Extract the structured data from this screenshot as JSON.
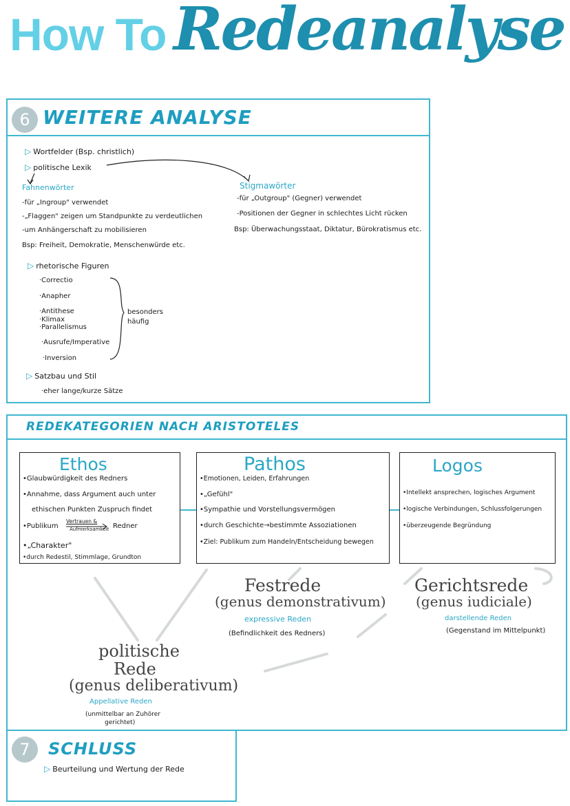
{
  "title": {
    "how": "How To",
    "main": "Redeanalyse"
  },
  "section6": {
    "number": "6",
    "heading": "WEITERE ANALYSE",
    "wortfelder": "Wortfelder (Bsp. christlich)",
    "lexik": "politische Lexik",
    "fahnen": {
      "label": "Fahnenwörter",
      "items": [
        "-für „Ingroup\" verwendet",
        "-„Flaggen\" zeigen um Standpunkte zu verdeutlichen",
        "-um Anhängerschaft zu mobilisieren",
        "Bsp: Freiheit, Demokratie, Menschenwürde etc."
      ]
    },
    "stigma": {
      "label": "Stigmawörter",
      "items": [
        "-für „Outgroup\" (Gegner) verwendet",
        "-Positionen der Gegner in schlechtes Licht rücken",
        "Bsp: Überwachungsstaat, Diktatur, Bürokratismus etc."
      ]
    },
    "rhet": {
      "label": "rhetorische Figuren",
      "figures": [
        "·Correctio",
        "·Anapher",
        "·Antithese",
        "·Klimax",
        "·Parallelismus",
        "·Ausrufe/Imperative",
        "·Inversion"
      ],
      "note": "besonders häufig"
    },
    "satzbau": "Satzbau und Stil",
    "saetze": "·eher lange/kurze Sätze"
  },
  "aristoteles": {
    "heading": "REDEKATEGORIEN NACH ARISTOTELES",
    "ethos": {
      "title": "Ethos",
      "items": [
        "•Glaubwürdigkeit des Redners",
        "•Annahme, dass Argument auch unter",
        "ethischen Punkten Zuspruch findet",
        "•Publikum",
        "Vertrauen &",
        "Aufmerksamkeit",
        "Redner",
        "•„Charakter\"",
        "•durch Redestil, Stimmlage, Grundton"
      ]
    },
    "pathos": {
      "title": "Pathos",
      "items": [
        "•Emotionen, Leiden, Erfahrungen",
        "•„Gefühl\"",
        "•Sympathie und Vorstellungsvermögen",
        "•durch Geschichte→bestimmte Assoziationen",
        "•Ziel: Publikum zum Handeln/Entscheidung bewegen"
      ]
    },
    "logos": {
      "title": "Logos",
      "items": [
        "•Intellekt ansprechen, logisches Argument",
        "•logische Verbindungen, Schlussfolgerungen",
        "•überzeugende Begründung"
      ]
    },
    "fest": {
      "t1": "Festrede",
      "t2": "(genus demonstrativum)",
      "t3": "expressive Reden",
      "t4": "(Befindlichkeit des Redners)"
    },
    "gericht": {
      "t1": "Gerichtsrede",
      "t2": "(genus iudiciale)",
      "t3": "darstellende Reden",
      "t4": "(Gegenstand im Mittelpunkt)"
    },
    "polit": {
      "t1": "politische",
      "t2": "Rede",
      "t3": "(genus deliberativum)",
      "t4": "Appellative Reden",
      "t5": "(unmittelbar an Zuhörer",
      "t6": "gerichtet)"
    }
  },
  "section7": {
    "number": "7",
    "heading": "SCHLUSS",
    "item": "Beurteilung und Wertung der Rede"
  },
  "colors": {
    "accent": "#1e8fae",
    "light": "#63d0e6",
    "frame": "#3fb6cf"
  }
}
